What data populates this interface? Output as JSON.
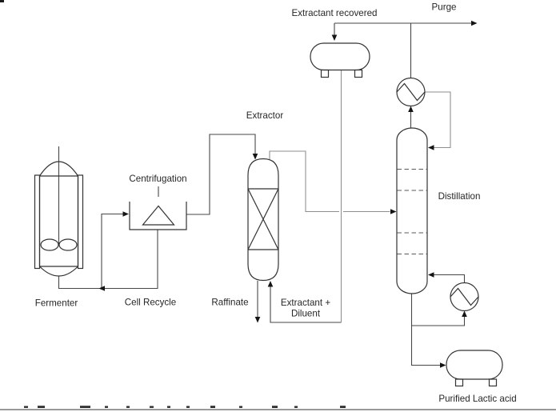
{
  "diagram": {
    "type": "process-flow-diagram",
    "equipment": {
      "fermenter": {
        "label": "Fermenter"
      },
      "centrifugation": {
        "label": "Centrifugation"
      },
      "extractor": {
        "label": "Extractor"
      },
      "distillation": {
        "label": "Distillation"
      },
      "condenser": {
        "icon": "heat-exchanger-icon"
      },
      "reboiler": {
        "icon": "heat-exchanger-icon"
      },
      "extractant_drum": {
        "label": "Extractant recovered"
      },
      "product_drum": {
        "label": "Purified Lactic acid"
      }
    },
    "streams": {
      "purge": {
        "label": "Purge"
      },
      "cell_recycle": {
        "label": "Cell Recycle"
      },
      "raffinate": {
        "label": "Raffinate"
      },
      "extractant_diluent": {
        "label_line1": "Extractant +",
        "label_line2": "Diluent"
      }
    },
    "colors": {
      "background": "#ffffff",
      "line": "#474747",
      "line_light": "#8f8f8f",
      "equipment": "#333333",
      "dashes": "#5a5a5a",
      "arrow": "#141414",
      "text": "#262626",
      "bottom_rule": "#9a9a9a"
    }
  }
}
